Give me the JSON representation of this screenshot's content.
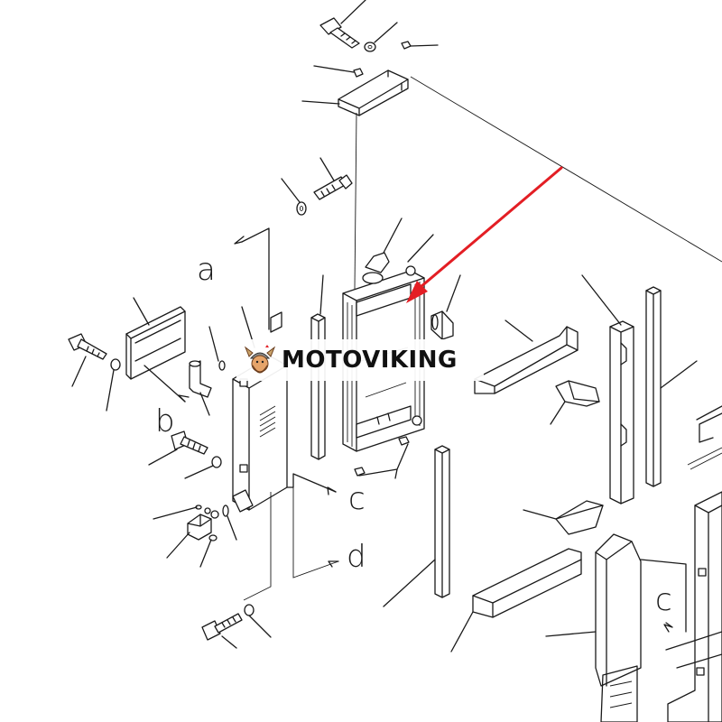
{
  "watermark": {
    "brand": "MOTOVIKING",
    "mark_icon": "viking-helmet-icon"
  },
  "callouts": {
    "a": "a",
    "b": "b",
    "c1": "c",
    "c2": "c",
    "d": "d"
  },
  "colors": {
    "arrow": "#e31e24",
    "line": "#1a1a1a",
    "background": "#ffffff"
  }
}
